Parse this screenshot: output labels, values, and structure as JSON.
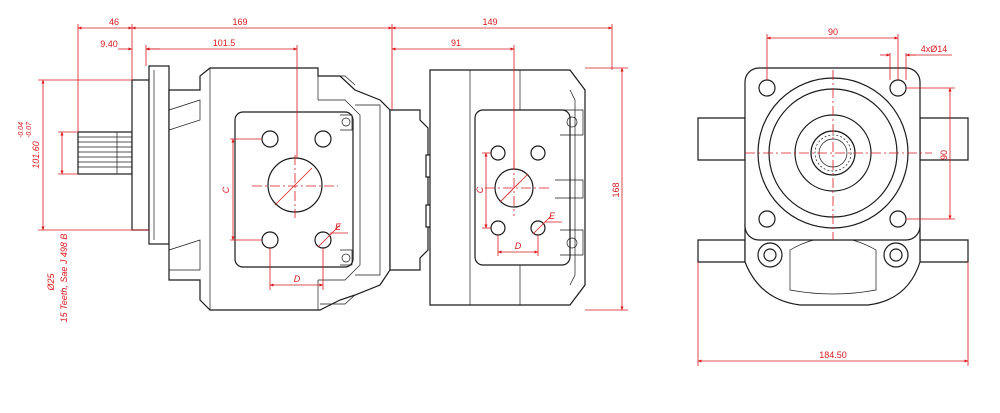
{
  "dimensions": {
    "d46": "46",
    "d169": "169",
    "d149": "149",
    "d9_40": "9.40",
    "d101_5": "101.5",
    "d91": "91",
    "d168": "168",
    "d90_top": "90",
    "d90_side": "90",
    "d4xO14": "4xØ14",
    "d184_50": "184.50",
    "d101_60": "101.60",
    "tol_upper": "-0.04",
    "tol_lower": "-0.07",
    "shaft_dia": "Ø25",
    "shaft_spec": "15 Teeth, Sae J 498 B"
  },
  "port_labels": {
    "c_left": "C",
    "d_left": "D",
    "e_left": "E",
    "c_right": "C",
    "d_right": "D",
    "e_right": "E"
  },
  "colors": {
    "outline": "#1a1a1a",
    "dimension": "#d9191c",
    "background": "#ffffff"
  }
}
